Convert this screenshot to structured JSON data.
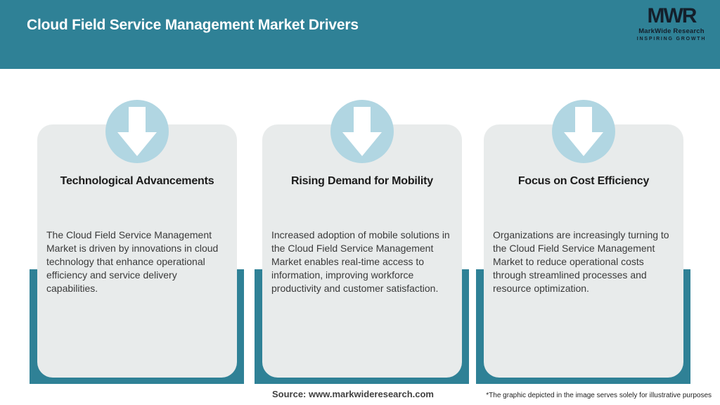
{
  "header": {
    "title": "Cloud Field Service Management Market Drivers",
    "background_color": "#2F8196",
    "logo": {
      "monogram": "MWR",
      "name": "MarkWide Research",
      "tagline": "INSPIRING GROWTH"
    }
  },
  "cards": [
    {
      "icon": "arrow-down-icon",
      "title": "Technological Advancements",
      "description": "The Cloud Field Service Management Market is driven by innovations in cloud technology that enhance operational efficiency and service delivery capabilities."
    },
    {
      "icon": "arrow-down-icon",
      "title": "Rising Demand for Mobility",
      "description": "Increased adoption of mobile solutions in the Cloud Field Service Management Market enables real-time access to information, improving workforce productivity and customer satisfaction."
    },
    {
      "icon": "arrow-down-icon",
      "title": "Focus on Cost Efficiency",
      "description": "Organizations are increasingly turning to the Cloud Field Service Management Market to reduce operational costs through streamlined processes and resource optimization."
    }
  ],
  "footer": {
    "source": "Source: www.markwideresearch.com",
    "disclaimer": "*The graphic depicted in the image serves solely for illustrative purposes"
  },
  "colors": {
    "accent_teal": "#2F8196",
    "card_background": "#E8EBEB",
    "icon_circle_blue": "#B1D6E2",
    "title_text": "#1b1b1b",
    "body_text": "#3a3a3a"
  }
}
